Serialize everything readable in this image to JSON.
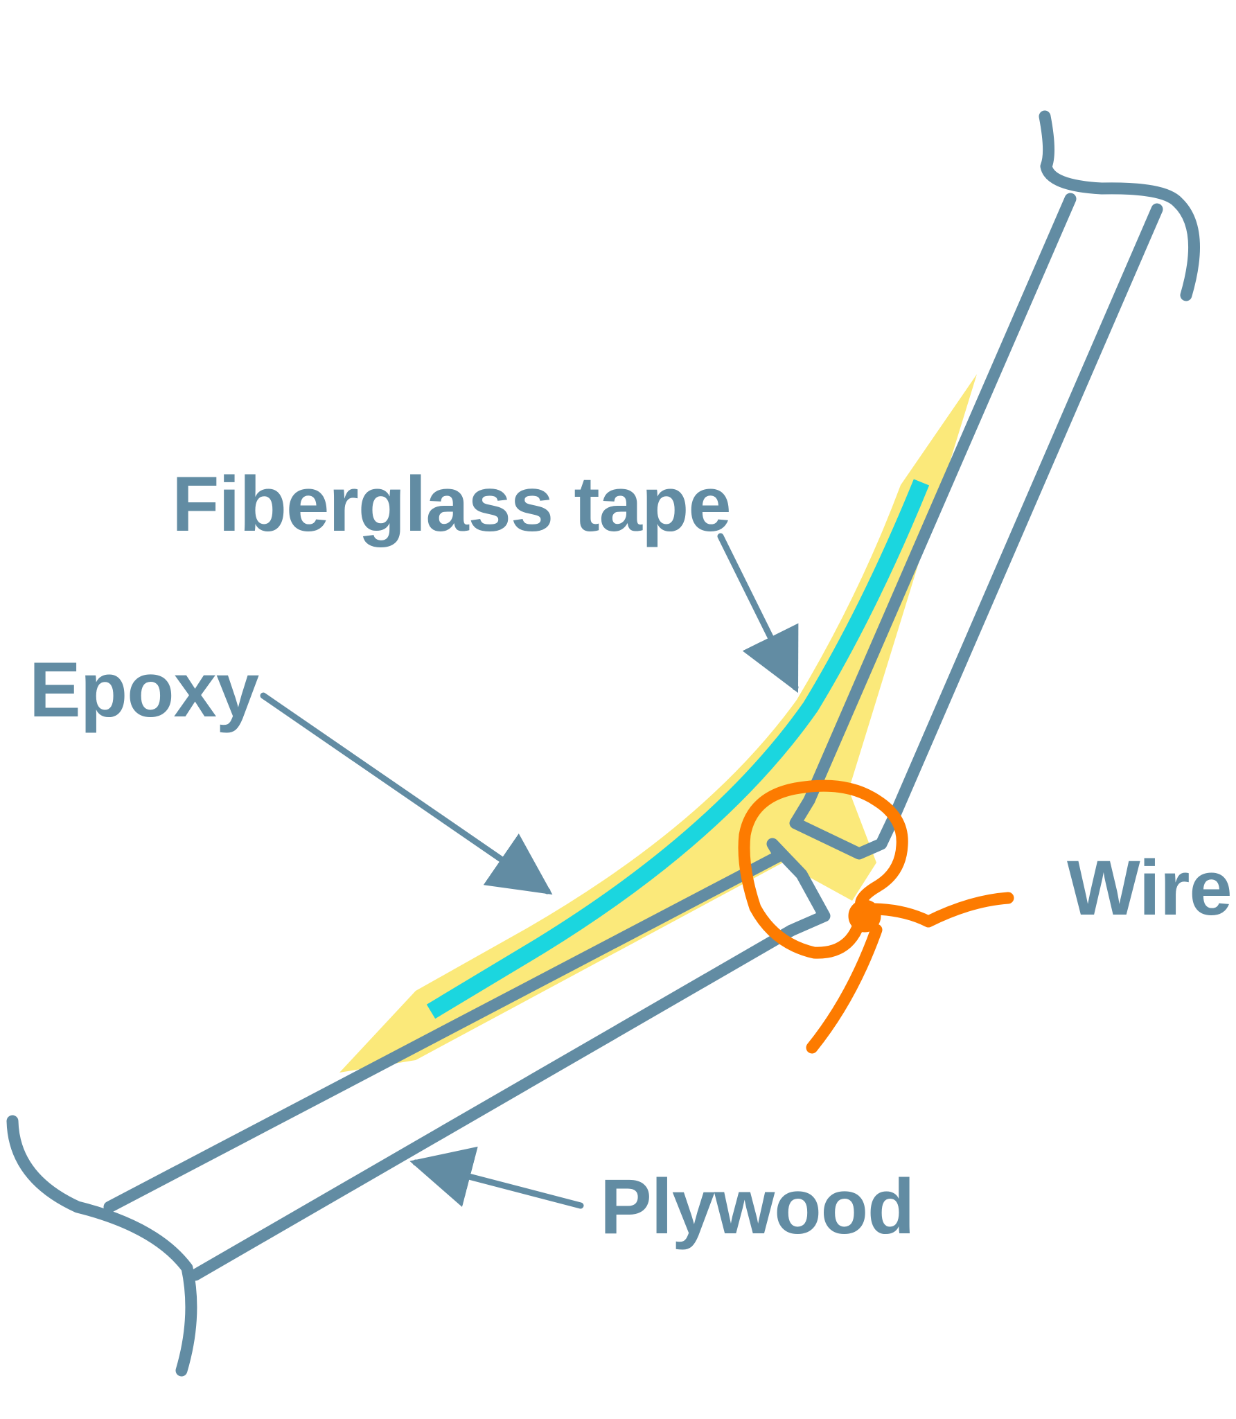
{
  "labels": {
    "fiberglass_tape": "Fiberglass tape",
    "epoxy": "Epoxy",
    "wire": "Wire",
    "plywood": "Plywood"
  },
  "colors": {
    "plywood": "#628ca3",
    "epoxy": "#fbe97a",
    "fiberglass_tape": "#1bd6df",
    "wire": "#fd7b00",
    "background": "#ffffff"
  }
}
